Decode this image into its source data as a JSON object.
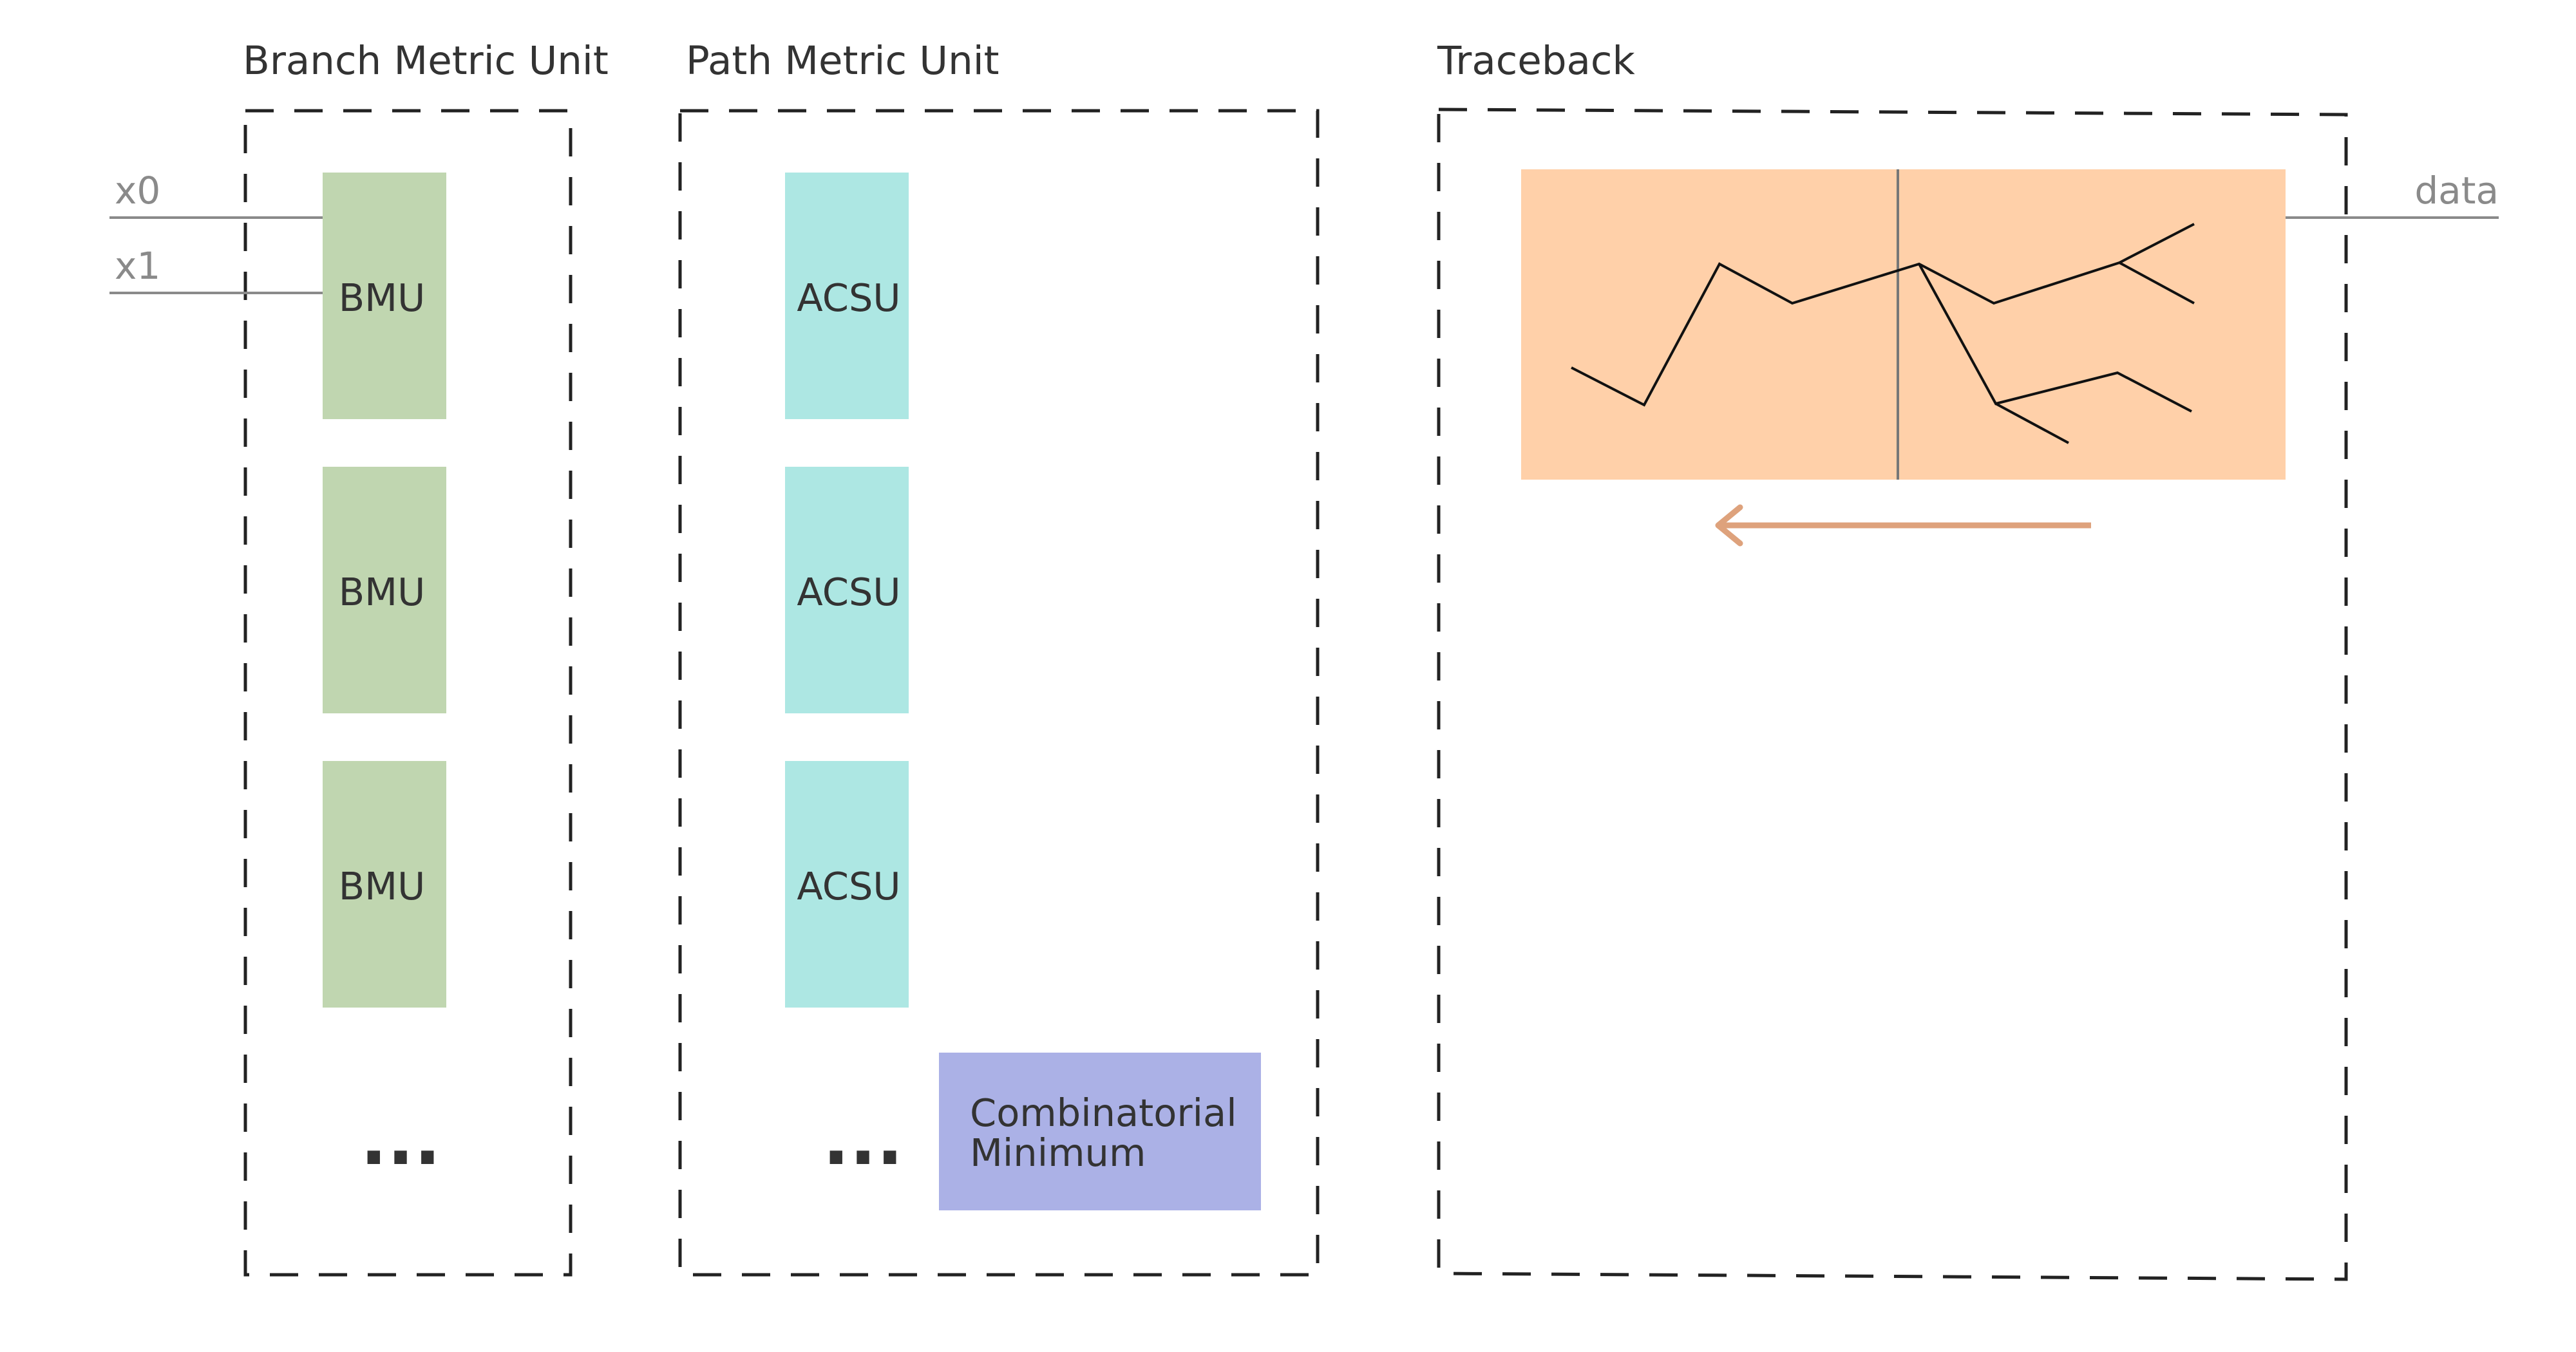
{
  "sections": {
    "bmu": {
      "title": "Branch Metric Unit"
    },
    "pmu": {
      "title": "Path Metric Unit"
    },
    "traceback": {
      "title": "Traceback"
    }
  },
  "inputs": {
    "x0": "x0",
    "x1": "x1"
  },
  "output": {
    "label": "data"
  },
  "bmu_blocks": [
    "BMU",
    "BMU",
    "BMU"
  ],
  "acsu_blocks": [
    "ACSU",
    "ACSU",
    "ACSU"
  ],
  "ellipsis": "...",
  "combinatorial_minimum": [
    "Combinatorial",
    "Minimum"
  ],
  "colors": {
    "bmu_fill": "#c0d6b0",
    "acsu_fill": "#ade7e3",
    "cm_fill": "#abb1e6",
    "trellis_fill": "#ffd0a9",
    "arrow": "#dea27c",
    "wire": "#8a8a8a",
    "text": "#333333",
    "border": "#222222"
  }
}
